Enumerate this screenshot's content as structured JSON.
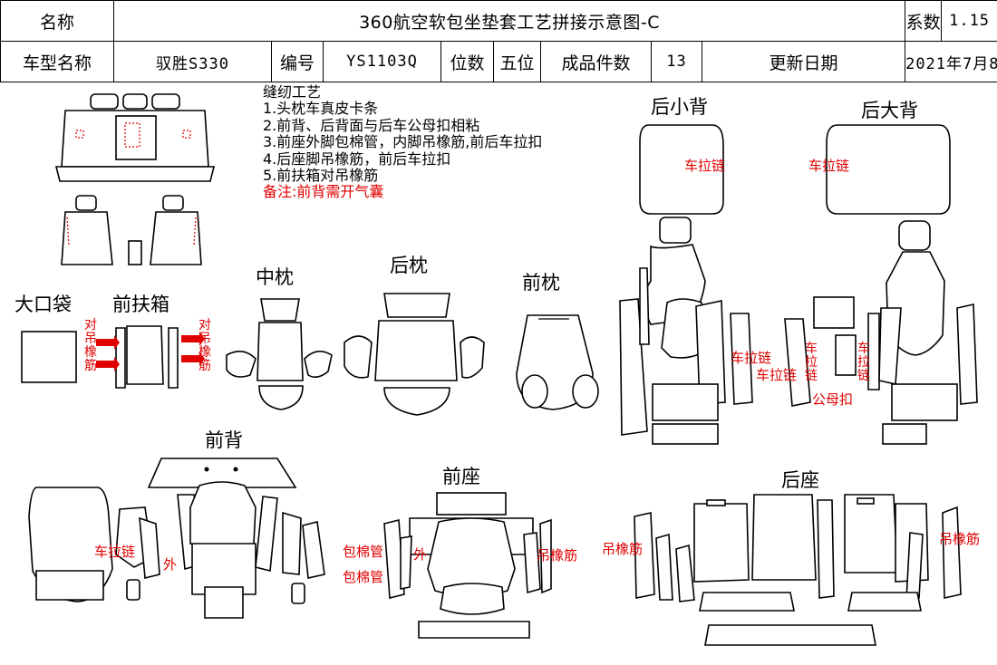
{
  "header": {
    "name_label": "名称",
    "title": "360航空软包坐垫套工艺拼接示意图-C",
    "coef_label": "系数",
    "coef_value": "1.15",
    "model_label": "车型名称",
    "model_value": "驭胜S330",
    "code_label": "编号",
    "code_value": "YS1103Q",
    "seats_label": "位数",
    "seats_value": "五位",
    "pieces_label": "成品件数",
    "pieces_value": "13",
    "date_label": "更新日期",
    "date_value": "2021年7月8日"
  },
  "notes": {
    "title": "缝纫工艺",
    "items": [
      "1.头枕车真皮卡条",
      "2.前背、后背面与后车公母扣相粘",
      "3.前座外脚包棉管，内脚吊橡筋,前后车拉扣",
      "4.后座脚吊橡筋，前后车拉扣",
      "5.前扶箱对吊橡筋"
    ],
    "remark": "备注:前背需开气囊"
  },
  "sections": {
    "rear_small_back": "后小背",
    "rear_big_back": "后大背",
    "mid_pillow": "中枕",
    "rear_pillow": "后枕",
    "front_pillow": "前枕",
    "big_pocket": "大口袋",
    "front_armrest": "前扶箱",
    "front_back": "前背",
    "front_seat": "前座",
    "rear_seat": "后座"
  },
  "annotations": {
    "zipper": "车拉链",
    "hang_elastic": "吊橡筋",
    "pair_hang_elastic": "对吊橡筋",
    "outer": "外",
    "cotton_tube": "包棉管",
    "snap": "公母扣",
    "zipper_vertical": "车拉链"
  },
  "colors": {
    "annotation": "#e00000",
    "line": "#000000"
  }
}
